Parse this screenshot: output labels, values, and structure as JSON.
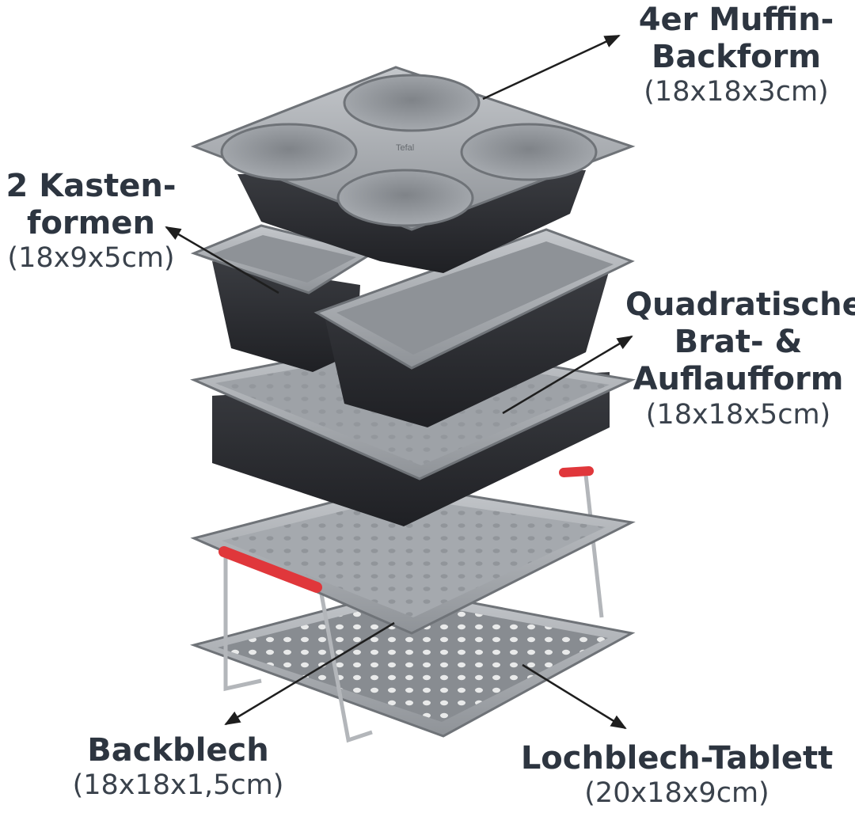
{
  "labels": {
    "muffin": {
      "line1": "4er Muffin-",
      "line2": "Backform",
      "dims": "(18x18x3cm)"
    },
    "kasten": {
      "line1": "2 Kasten-",
      "line2": "formen",
      "dims": "(18x9x5cm)"
    },
    "quadrat": {
      "line1": "Quadratische",
      "line2": "Brat- &",
      "line3": "Auflaufform",
      "dims": "(18x18x5cm)"
    },
    "backblech": {
      "line1": "Backblech",
      "dims": "(18x18x1,5cm)"
    },
    "lochblech": {
      "line1": "Lochblech-Tablett",
      "dims": "(20x18x9cm)"
    }
  },
  "brand_mark": "Tefal",
  "colors": {
    "text": "#2d3540",
    "pan_dark": "#2b2d31",
    "pan_silver": "#9b9fa4",
    "handle_red": "#e0373b"
  }
}
